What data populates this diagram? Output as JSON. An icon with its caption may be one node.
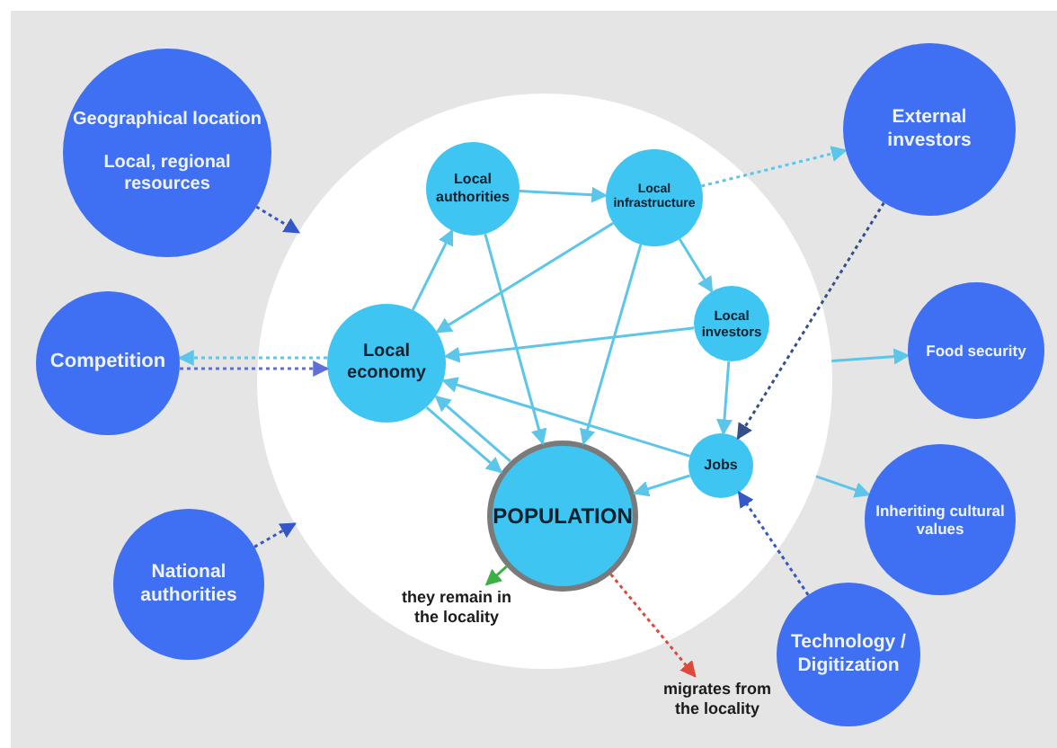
{
  "diagram": {
    "nodes": [
      {
        "text": [
          "Geographical location",
          "Local, regional resources"
        ]
      },
      {
        "text": [
          "Competition"
        ]
      },
      {
        "text": [
          "National authorities"
        ]
      },
      {
        "text": [
          "External investors"
        ]
      },
      {
        "text": [
          "Food security"
        ]
      },
      {
        "text": [
          "Inheriting cultural values"
        ]
      },
      {
        "text": [
          "Technology / Digitization"
        ]
      },
      {
        "text": [],
        "shape": "circle"
      },
      {
        "text": [
          "Local authorities"
        ],
        "in": 7
      },
      {
        "text": [
          "Local infrastructure"
        ],
        "in": 7
      },
      {
        "text": [
          "Local economy"
        ],
        "in": 7
      },
      {
        "text": [
          "Local investors"
        ],
        "in": 7
      },
      {
        "text": [
          "Jobs"
        ],
        "in": 7
      },
      {
        "text": [
          "POPULATION"
        ],
        "in": 7
      },
      {
        "text": [
          "they remain in the locality"
        ],
        "in": 7
      },
      {
        "text": [
          "migrates from the locality"
        ]
      }
    ],
    "edges": [
      {
        "from": 0,
        "to": 7,
        "arrow": "to",
        "style": "dashed",
        "color": "#3457c9"
      },
      {
        "from": 1,
        "to": 10,
        "arrow": "to",
        "style": "dashed",
        "color": "#5f6fd8"
      },
      {
        "from": 10,
        "to": 1,
        "arrow": "to",
        "style": "dashed"
      },
      {
        "from": 2,
        "to": 7,
        "arrow": "to",
        "style": "dashed",
        "color": "#3457c9"
      },
      {
        "from": 9,
        "to": 3,
        "arrow": "to",
        "style": "dashed"
      },
      {
        "from": 3,
        "to": 12,
        "arrow": "to",
        "style": "dashed",
        "color": "#34508c"
      },
      {
        "from": 7,
        "to": 4,
        "arrow": "to"
      },
      {
        "from": 7,
        "to": 5,
        "arrow": "to"
      },
      {
        "from": 6,
        "to": 12,
        "arrow": "to",
        "style": "dashed",
        "color": "#3457c9"
      },
      {
        "from": 10,
        "to": 8,
        "arrow": "to"
      },
      {
        "from": 8,
        "to": 9,
        "arrow": "to"
      },
      {
        "from": 8,
        "to": 13,
        "arrow": "to"
      },
      {
        "from": 9,
        "to": 10,
        "arrow": "to"
      },
      {
        "from": 9,
        "to": 11,
        "arrow": "to"
      },
      {
        "from": 9,
        "to": 13,
        "arrow": "to"
      },
      {
        "from": 11,
        "to": 10,
        "arrow": "to"
      },
      {
        "from": 11,
        "to": 12,
        "arrow": "to"
      },
      {
        "from": 12,
        "to": 10,
        "arrow": "to"
      },
      {
        "from": 12,
        "to": 13,
        "arrow": "to"
      },
      {
        "from": 10,
        "to": 13,
        "arrow": "to"
      },
      {
        "from": 13,
        "to": 10,
        "arrow": "to"
      },
      {
        "from": 13,
        "to": 14,
        "arrow": "to",
        "color": "#3cb043"
      },
      {
        "from": 13,
        "to": 15,
        "arrow": "to",
        "style": "dashed",
        "color": "#e0483c"
      }
    ]
  }
}
